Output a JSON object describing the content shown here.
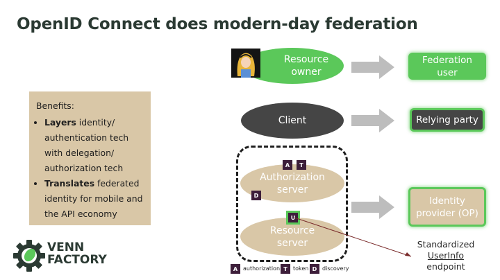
{
  "title": "OpenID Connect does modern-day federation",
  "benefits": {
    "heading": "Benefits:",
    "items": [
      {
        "bold": "Layers",
        "rest": " identity/ authentication tech with delegation/ authorization tech"
      },
      {
        "bold": "Translates",
        "rest": " federated identity for mobile and the API economy"
      }
    ]
  },
  "diagram": {
    "resource_owner": "Resource owner",
    "client": "Client",
    "authorization_server": "Authorization server",
    "resource_server": "Resource server",
    "federation_user": "Federation user",
    "relying_party": "Relying party",
    "identity_provider": "Identity provider (OP)",
    "userinfo_prefix": "Standardized",
    "userinfo_link": "UserInfo",
    "userinfo_suffix": "endpoint",
    "badges": {
      "a": "A",
      "t": "T",
      "d": "D",
      "u": "U"
    },
    "legend": {
      "a": "authorization",
      "t": "token",
      "d": "discovery"
    }
  },
  "logo": {
    "line1": "VENN",
    "line2": "FACTORY"
  },
  "colors": {
    "green": "#5bc85a",
    "tan": "#d9c7a7",
    "dark": "#454545",
    "badge": "#3d1e3a",
    "title": "#2b3a33"
  }
}
